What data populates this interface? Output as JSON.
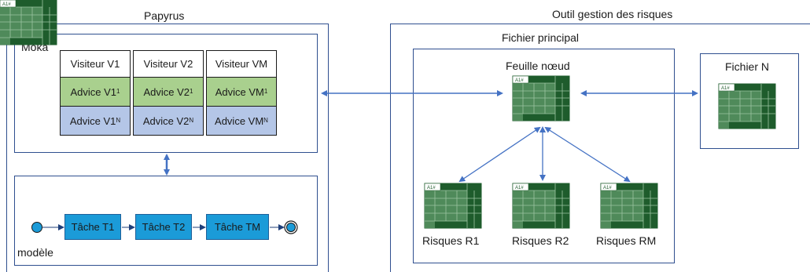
{
  "papyrus": {
    "title": "Papyrus"
  },
  "moka": {
    "title": "Moka",
    "columns": [
      {
        "visitor": "Visiteur V1",
        "advice_1": "Advice V1",
        "advice_1_sup": "1",
        "advice_n": "Advice V1",
        "advice_n_sup": "N"
      },
      {
        "visitor": "Visiteur V2",
        "advice_1": "Advice V2",
        "advice_1_sup": "1",
        "advice_n": "Advice V2",
        "advice_n_sup": "N"
      },
      {
        "visitor": "Visiteur VM",
        "advice_1": "Advice VM",
        "advice_1_sup": "1",
        "advice_n": "Advice VM",
        "advice_n_sup": "N"
      }
    ]
  },
  "model": {
    "title": "modèle",
    "tasks": [
      "Tâche T1",
      "Tâche T2",
      "Tâche TM"
    ]
  },
  "risk_tool": {
    "title": "Outil gestion des risques",
    "main_file": {
      "title": "Fichier principal",
      "node_sheet": "Feuille nœud",
      "risks": [
        "Risques R1",
        "Risques R2",
        "Risques RM"
      ]
    },
    "file_n": {
      "title": "Fichier N"
    }
  },
  "spreadsheet_icon": {
    "cell_ref": "A1#",
    "colors": {
      "dark": "#1e5c2c",
      "light": "#4f8a5a",
      "grid": "#9cc4a2"
    }
  },
  "colors": {
    "frame": "#2f4f8f",
    "arrow": "#4472c4",
    "task": "#1b9bd8",
    "green": "#a9d08e",
    "blue": "#b4c6e7"
  }
}
